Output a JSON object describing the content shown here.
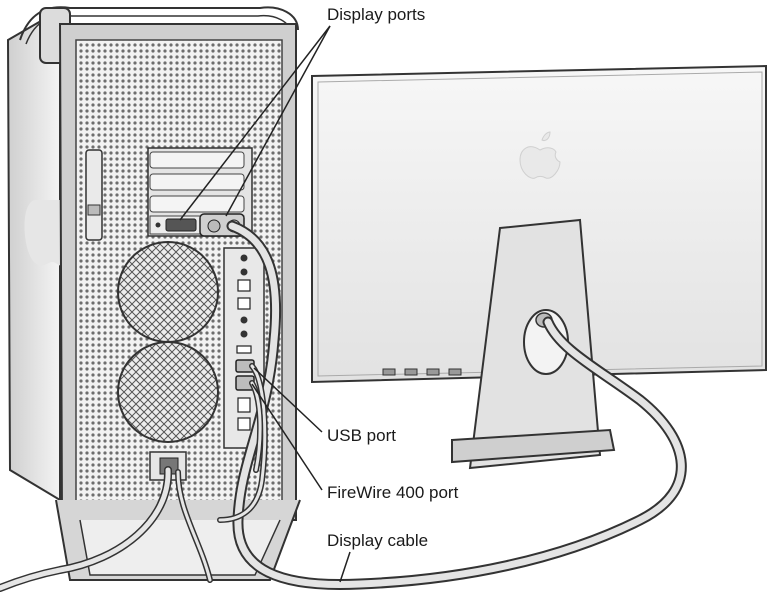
{
  "labels": {
    "display_ports": "Display ports",
    "usb_port": "USB port",
    "firewire_port": "FireWire 400 port",
    "display_cable": "Display cable"
  },
  "colors": {
    "metal": "#d8d8d8",
    "metal_dark": "#9a9a9a",
    "outline": "#333333",
    "cable": "#e2e2e2",
    "mesh_bg": "#f0f0f0",
    "mesh_dot": "#6a6a6a"
  }
}
